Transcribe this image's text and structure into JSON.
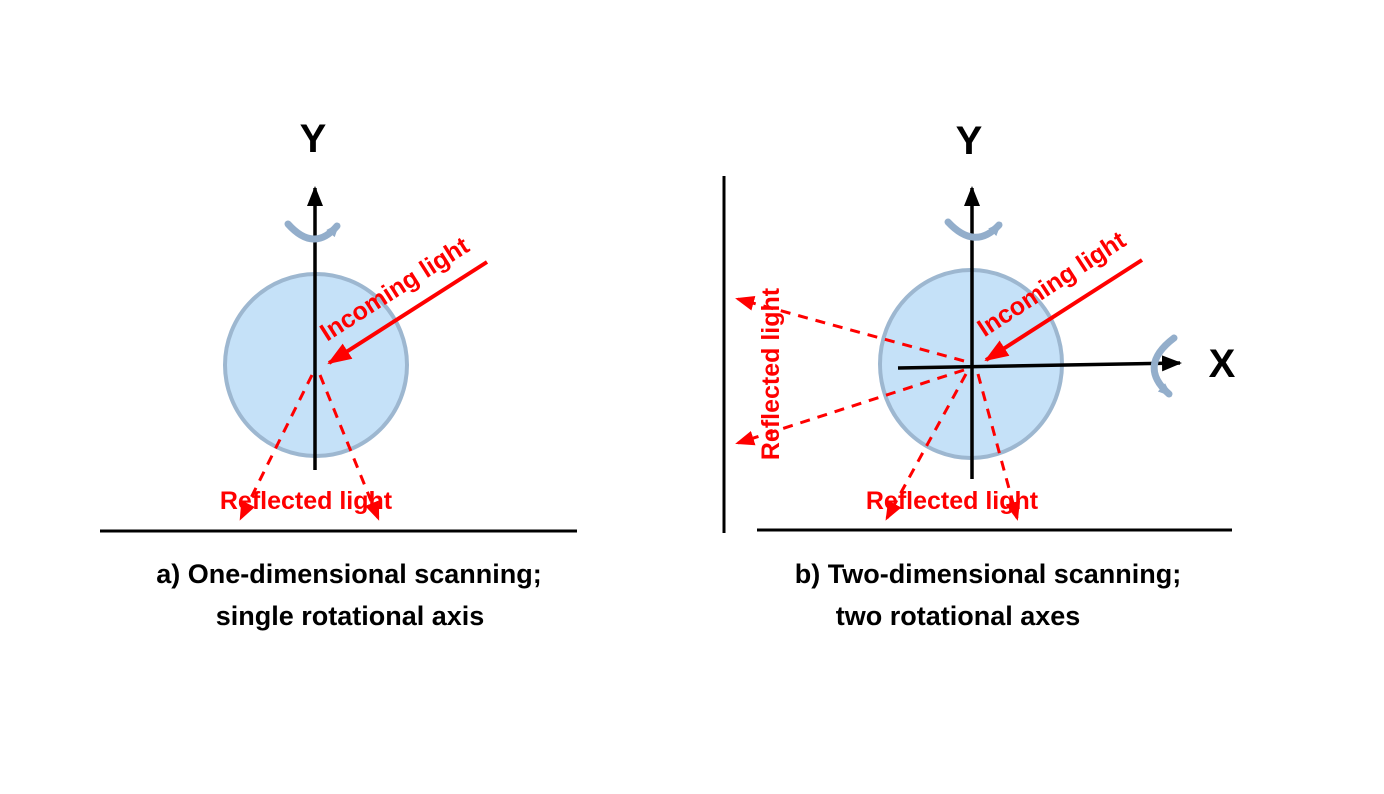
{
  "colors": {
    "red": "#ff0000",
    "black": "#000000",
    "mirror_fill": "#c5e1f8",
    "mirror_stroke": "#9db7d0",
    "rotation_arrow": "#93aecb",
    "background": "#ffffff"
  },
  "panel_a": {
    "y_axis_label": "Y",
    "incoming_label": "Incoming light",
    "reflected_label": "Reflected light",
    "caption_line1": "a) One-dimensional scanning;",
    "caption_line2": "single rotational axis"
  },
  "panel_b": {
    "y_axis_label": "Y",
    "x_axis_label": "X",
    "incoming_label": "Incoming light",
    "reflected_label_wall": "Reflected light",
    "reflected_label_ground": "Reflected light",
    "caption_line1": "b) Two-dimensional scanning;",
    "caption_line2": "two rotational axes"
  }
}
